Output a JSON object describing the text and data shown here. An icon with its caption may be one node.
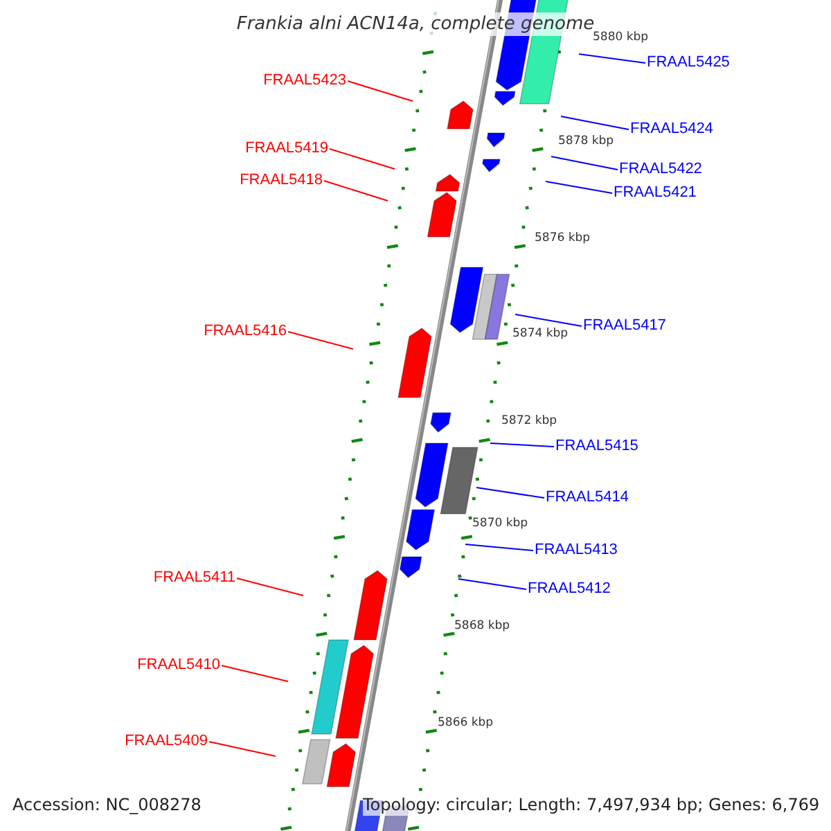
{
  "diagram": {
    "title": "Frankia alni ACN14a, complete genome",
    "nodes": [
      {
        "text": [
          "FRAAL5425"
        ]
      },
      {
        "text": [
          "FRAAL5423"
        ]
      },
      {
        "text": [
          "FRAAL5424"
        ]
      },
      {
        "text": [
          "FRAAL5419"
        ]
      },
      {
        "text": [
          "FRAAL5422"
        ]
      },
      {
        "text": [
          "FRAAL5418"
        ]
      },
      {
        "text": [
          "FRAAL5421"
        ]
      },
      {
        "text": [
          "FRAAL5417"
        ]
      },
      {
        "text": [
          "FRAAL5416"
        ]
      },
      {
        "text": [
          "FRAAL5415"
        ]
      },
      {
        "text": [
          "FRAAL5414"
        ]
      },
      {
        "text": [
          "FRAAL5413"
        ]
      },
      {
        "text": [
          "FRAAL5411"
        ]
      },
      {
        "text": [
          "FRAAL5412"
        ]
      },
      {
        "text": [
          "FRAAL5410"
        ]
      },
      {
        "text": [
          "FRAAL5409"
        ]
      }
    ],
    "edges": [
      {
        "from": 0,
        "to": null,
        "arrow": "none"
      },
      {
        "from": 1,
        "to": null,
        "arrow": "none",
        "color": "#ff0000"
      },
      {
        "from": 2,
        "to": null,
        "arrow": "none"
      },
      {
        "from": 3,
        "to": null,
        "arrow": "none",
        "color": "#ff0000"
      },
      {
        "from": 4,
        "to": null,
        "arrow": "none"
      },
      {
        "from": 5,
        "to": null,
        "arrow": "none",
        "color": "#ff0000"
      },
      {
        "from": 6,
        "to": null,
        "arrow": "none"
      },
      {
        "from": 7,
        "to": null,
        "arrow": "none"
      },
      {
        "from": 8,
        "to": null,
        "arrow": "none",
        "color": "#ff0000"
      },
      {
        "from": 9,
        "to": null,
        "arrow": "none"
      },
      {
        "from": 10,
        "to": null,
        "arrow": "none"
      },
      {
        "from": 11,
        "to": null,
        "arrow": "none"
      },
      {
        "from": 12,
        "to": null,
        "arrow": "none",
        "color": "#ff0000"
      },
      {
        "from": 13,
        "to": null,
        "arrow": "none"
      },
      {
        "from": 14,
        "to": null,
        "arrow": "none",
        "color": "#ff0000"
      },
      {
        "from": 15,
        "to": null,
        "arrow": "none",
        "color": "#ff0000"
      }
    ],
    "labels": [
      "5880 kbp",
      "5878 kbp",
      "5876 kbp",
      "5874 kbp",
      "5872 kbp",
      "5870 kbp",
      "5868 kbp",
      "5866 kbp",
      "Accession: NC_008278",
      "Topology: circular; Length: 7,497,934 bp; Genes: 6,769"
    ]
  }
}
